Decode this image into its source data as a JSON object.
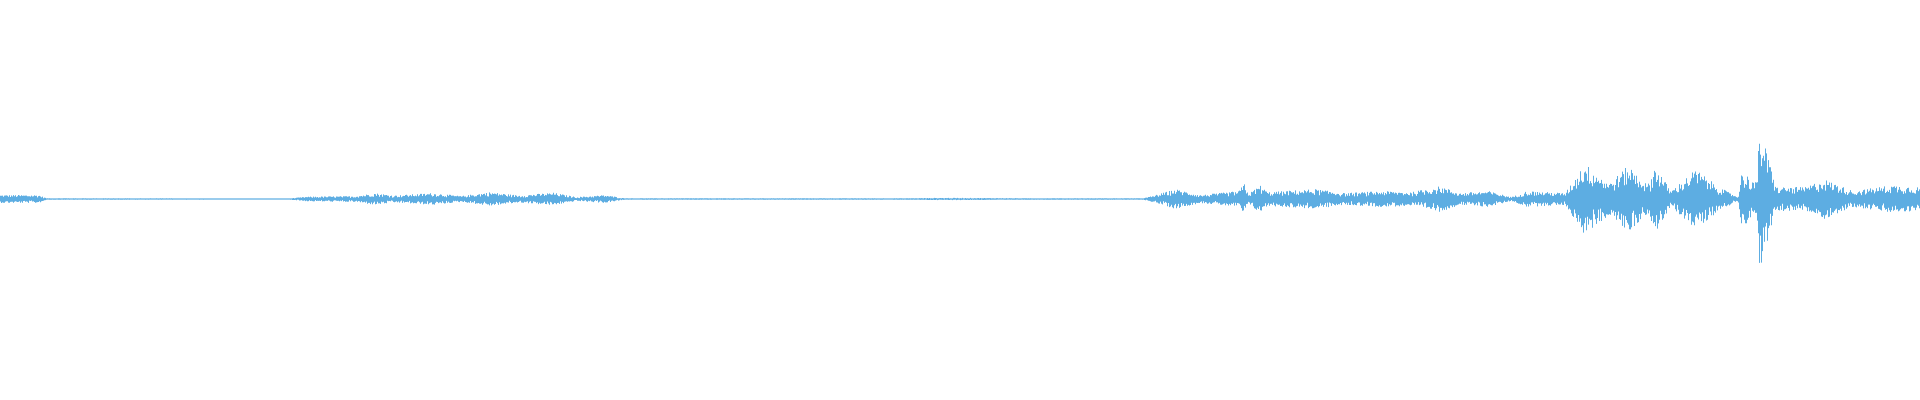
{
  "waveform": {
    "color": "#5dade2",
    "background": "#ffffff",
    "envelope": [
      [
        0.0,
        0.02
      ],
      [
        0.02,
        0.02
      ],
      [
        0.024,
        0.004
      ],
      [
        0.15,
        0.003
      ],
      [
        0.16,
        0.012
      ],
      [
        0.185,
        0.015
      ],
      [
        0.195,
        0.03
      ],
      [
        0.205,
        0.018
      ],
      [
        0.225,
        0.03
      ],
      [
        0.24,
        0.015
      ],
      [
        0.255,
        0.035
      ],
      [
        0.27,
        0.018
      ],
      [
        0.288,
        0.032
      ],
      [
        0.3,
        0.01
      ],
      [
        0.315,
        0.02
      ],
      [
        0.325,
        0.004
      ],
      [
        0.47,
        0.004
      ],
      [
        0.49,
        0.006
      ],
      [
        0.54,
        0.004
      ],
      [
        0.595,
        0.004
      ],
      [
        0.6,
        0.015
      ],
      [
        0.612,
        0.05
      ],
      [
        0.625,
        0.02
      ],
      [
        0.645,
        0.04
      ],
      [
        0.65,
        0.025
      ],
      [
        0.648,
        0.08
      ],
      [
        0.656,
        0.07
      ],
      [
        0.66,
        0.035
      ],
      [
        0.685,
        0.05
      ],
      [
        0.7,
        0.03
      ],
      [
        0.72,
        0.04
      ],
      [
        0.735,
        0.035
      ],
      [
        0.75,
        0.065
      ],
      [
        0.76,
        0.03
      ],
      [
        0.775,
        0.04
      ],
      [
        0.787,
        0.01
      ],
      [
        0.795,
        0.04
      ],
      [
        0.815,
        0.03
      ],
      [
        0.825,
        0.18
      ],
      [
        0.838,
        0.08
      ],
      [
        0.848,
        0.17
      ],
      [
        0.858,
        0.07
      ],
      [
        0.862,
        0.17
      ],
      [
        0.87,
        0.04
      ],
      [
        0.883,
        0.15
      ],
      [
        0.895,
        0.06
      ],
      [
        0.905,
        0.01
      ],
      [
        0.907,
        0.14
      ],
      [
        0.915,
        0.08
      ],
      [
        0.916,
        0.37
      ],
      [
        0.925,
        0.06
      ],
      [
        0.94,
        0.06
      ],
      [
        0.95,
        0.1
      ],
      [
        0.965,
        0.04
      ],
      [
        0.985,
        0.07
      ],
      [
        1.0,
        0.06
      ]
    ]
  }
}
